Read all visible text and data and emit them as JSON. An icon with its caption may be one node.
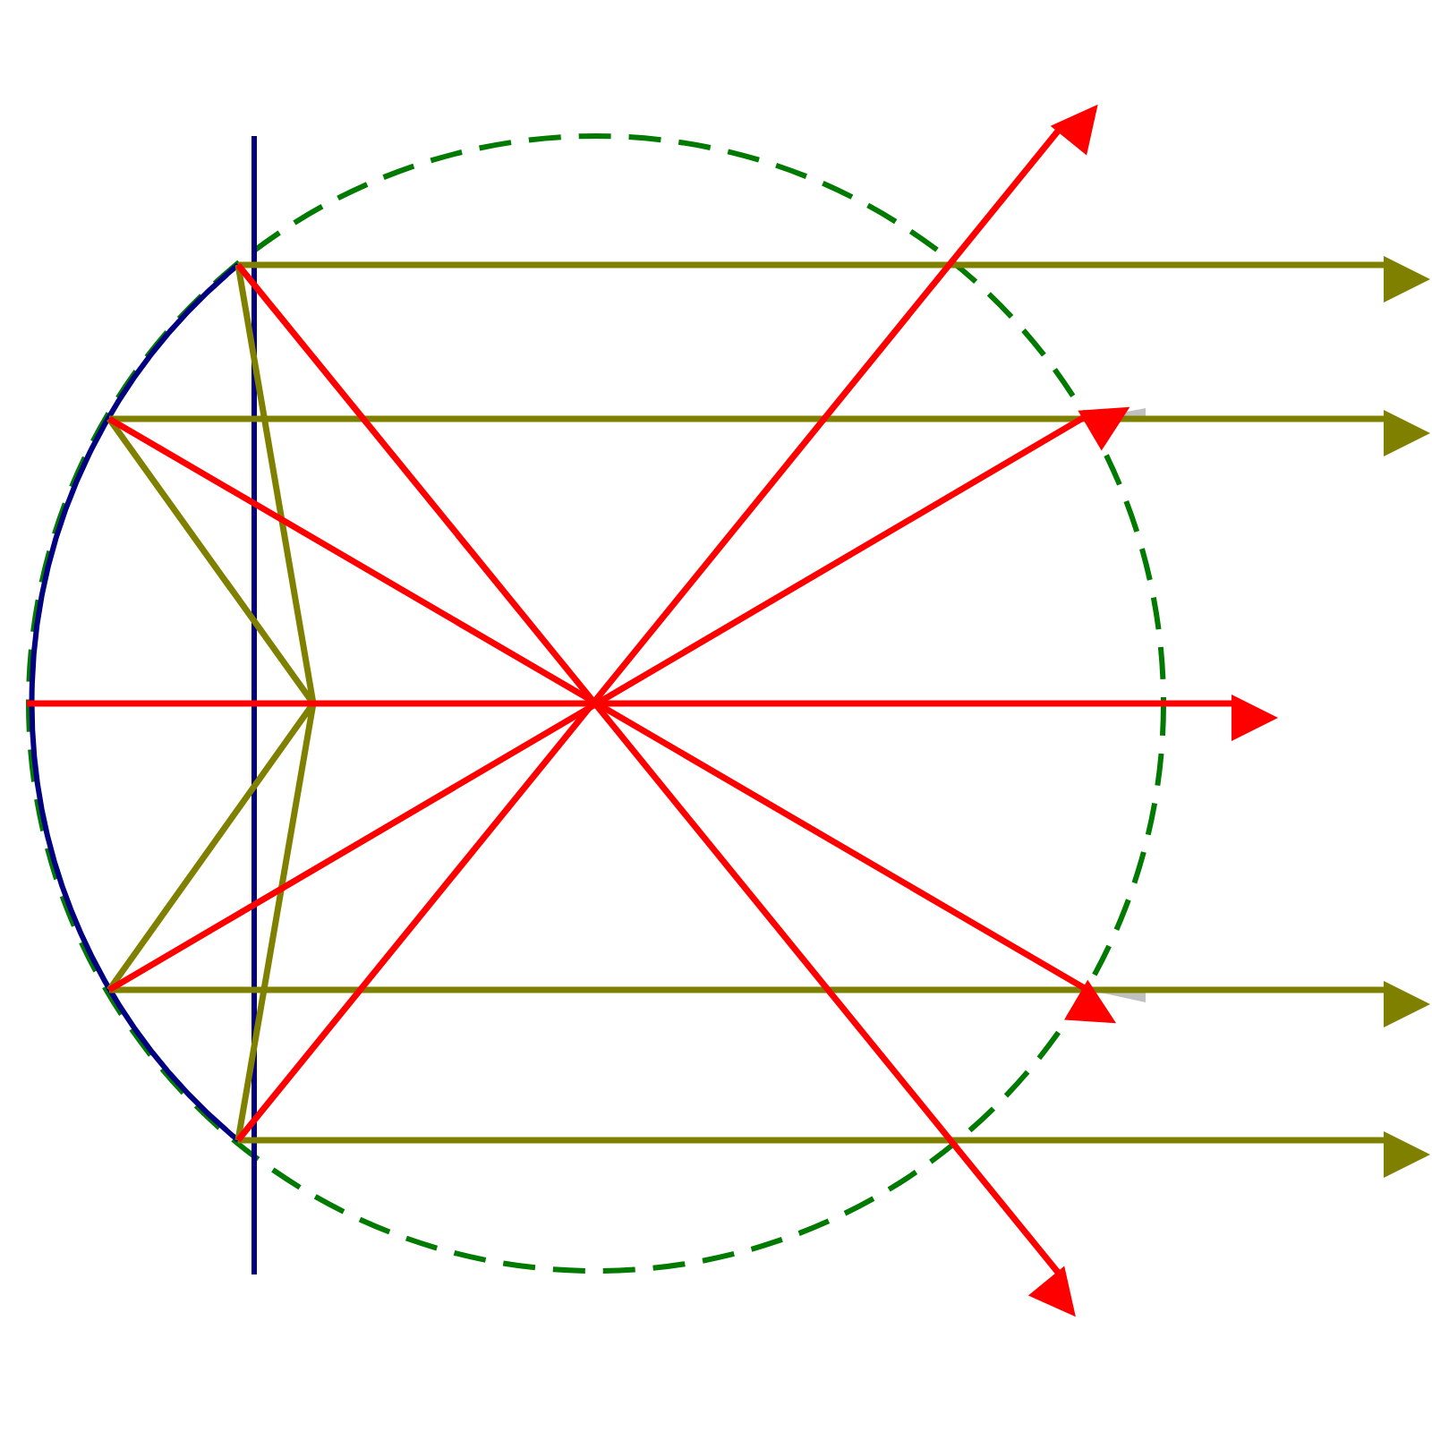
{
  "diagram": {
    "nodes": [
      {
        "text": [],
        "shape": "circle"
      },
      {
        "text": [],
        "shape": "arc",
        "in": 0
      }
    ],
    "edges": [
      {
        "from": 1,
        "to": null,
        "arrow": "to",
        "color": "#808000"
      },
      {
        "from": 1,
        "to": null,
        "arrow": "to",
        "color": "#808000"
      },
      {
        "from": 1,
        "to": null,
        "arrow": "to",
        "color": "#808000"
      },
      {
        "from": 1,
        "to": null,
        "arrow": "to",
        "color": "#808000"
      },
      {
        "from": 1,
        "to": null,
        "arrow": "to"
      },
      {
        "from": 1,
        "to": null,
        "arrow": "to"
      },
      {
        "from": 1,
        "to": null,
        "arrow": "to"
      },
      {
        "from": 1,
        "to": 0,
        "arrow": "to"
      },
      {
        "from": 1,
        "to": 0,
        "arrow": "to"
      }
    ]
  }
}
